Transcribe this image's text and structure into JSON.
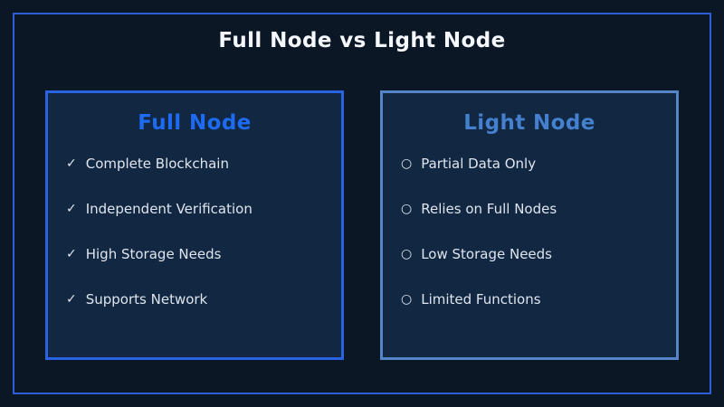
{
  "title": "Full Node vs Light Node",
  "colors": {
    "background": "#0c1726",
    "frame_border": "#2a5fd8",
    "card_background": "#112742",
    "full_node_border": "#2a63e0",
    "full_node_title": "#1e6af0",
    "light_node_border": "#5585c8",
    "light_node_title": "#4480cd",
    "main_title_text": "#f4f7fb",
    "item_text": "#dfe5ee"
  },
  "cards": [
    {
      "title": "Full Node",
      "bullet": "✓",
      "items": [
        "Complete Blockchain",
        "Independent Verification",
        "High Storage Needs",
        "Supports Network"
      ]
    },
    {
      "title": "Light Node",
      "bullet": "○",
      "items": [
        "Partial Data Only",
        "Relies on Full Nodes",
        "Low Storage Needs",
        "Limited Functions"
      ]
    }
  ]
}
